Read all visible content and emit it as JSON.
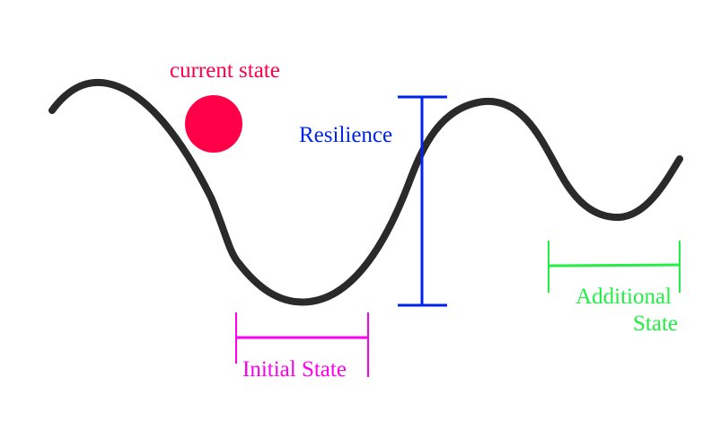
{
  "labels": {
    "current_state": "current state",
    "resilience": "Resilience",
    "initial_state": "Initial State",
    "additional_state_line1": "Additional",
    "additional_state_line2": "State"
  },
  "colors": {
    "curve": "#2a2a2a",
    "current_state": "#ff0048",
    "resilience": "#0022ee",
    "initial_state": "#ff00ee",
    "additional_state": "#22ee44"
  }
}
